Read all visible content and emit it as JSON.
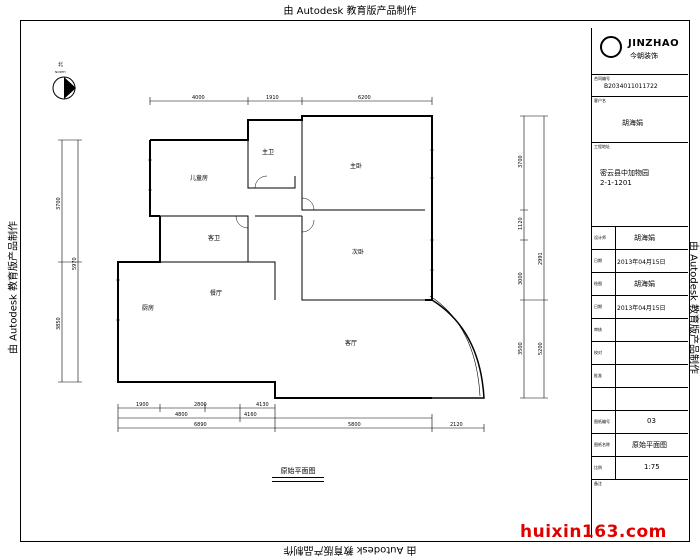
{
  "watermark": "由 Autodesk 教育版产品制作",
  "compass_label": "北",
  "compass_sub": "NORTH",
  "rooms": {
    "master_bath": "主卫",
    "master_bedroom": "主卧",
    "kids_bedroom": "儿童房",
    "guest_bath": "客卫",
    "second_bedroom": "次卧",
    "kitchen": "厨房",
    "dining": "餐厅",
    "living": "客厅"
  },
  "dims": {
    "top": [
      "4000",
      "1910",
      "6200"
    ],
    "bottom_inner": [
      "1900",
      "2800",
      "4160",
      "4130"
    ],
    "bottom_outer": [
      "6890",
      "5800",
      "2120"
    ],
    "bottom_sub": [
      "4800"
    ],
    "right": [
      "3700",
      "1120",
      "2991",
      "3000",
      "3500",
      "5200"
    ],
    "left": [
      "3700",
      "5970",
      "3850"
    ]
  },
  "caption": "原始平面图",
  "title_block": {
    "brand": "JINZHAO",
    "brand_cn": "今朝装饰",
    "contract_label": "合同编号",
    "contract_no": "B2034011011722",
    "client_label": "客户名",
    "client_name": "胡海娟",
    "project_label": "工程地址",
    "project_line1": "密云县中加物园",
    "project_line2": "2-1-1201",
    "designer_label": "设计师",
    "designer": "胡海娟",
    "date1_label": "日期",
    "date1": "2013年04月15日",
    "drafter_label": "绘图",
    "drafter": "胡海娟",
    "date2_label": "日期",
    "date2": "2013年04月15日",
    "review_label": "审核",
    "check_label": "校对",
    "approve_label": "批准",
    "sheet_no_label": "图纸编号",
    "sheet_no": "03",
    "sheet_name_label": "图纸名称",
    "sheet_name": "原始平面图",
    "scale_label": "比例",
    "scale": "1:75",
    "notes_label": "备注"
  },
  "site": "huixin163.com"
}
